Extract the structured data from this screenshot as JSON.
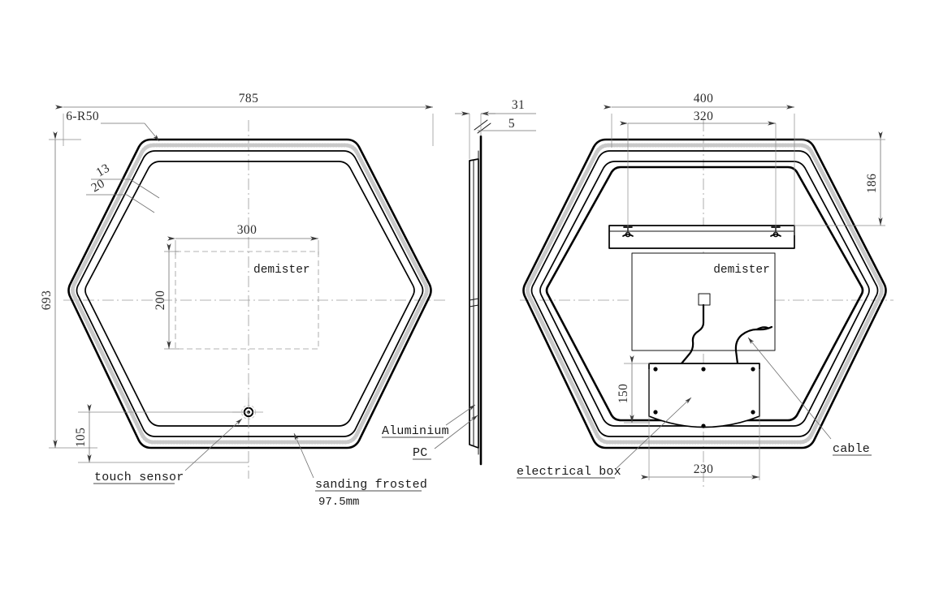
{
  "document": {
    "type": "engineering-drawing",
    "subject": "Hexagonal LED bathroom mirror",
    "background_color": "#ffffff",
    "line_color": "#000000",
    "dimension_color": "#6f6f6f"
  },
  "views": {
    "front": {
      "name": "front-view",
      "dimensions": {
        "overall_width": "785",
        "overall_height": "693",
        "corner_radius": "6-R50",
        "frame_inner": "13",
        "frame_outer": "20",
        "sensor_height": "105",
        "demister_width": "300",
        "demister_height": "200"
      },
      "labels": {
        "demister": "demister",
        "touch_sensor": "touch sensor",
        "sanding_frosted": "sanding frosted",
        "sanding_frosted_size": "97.5mm"
      }
    },
    "side": {
      "name": "side-view",
      "dimensions": {
        "total_thickness": "31",
        "glass_thickness": "5"
      },
      "labels": {
        "aluminium": "Aluminium",
        "pc": "PC"
      }
    },
    "rear": {
      "name": "rear-view",
      "dimensions": {
        "bracket_outer": "400",
        "bracket_inner": "320",
        "bracket_drop": "186",
        "box_height": "150",
        "box_width": "230"
      },
      "labels": {
        "demister": "demister",
        "electrical_box": "electrical box",
        "cable": "cable"
      }
    }
  },
  "annotations": [
    {
      "id": "a1",
      "text": "785",
      "kind": "dimension"
    },
    {
      "id": "a2",
      "text": "6-R50",
      "kind": "radius-callout"
    },
    {
      "id": "a3",
      "text": "13",
      "kind": "dimension"
    },
    {
      "id": "a4",
      "text": "20",
      "kind": "dimension"
    },
    {
      "id": "a5",
      "text": "693",
      "kind": "dimension"
    },
    {
      "id": "a6",
      "text": "300",
      "kind": "dimension"
    },
    {
      "id": "a7",
      "text": "200",
      "kind": "dimension"
    },
    {
      "id": "a8",
      "text": "105",
      "kind": "dimension"
    },
    {
      "id": "a9",
      "text": "demister",
      "kind": "part-label"
    },
    {
      "id": "a10",
      "text": "touch sensor",
      "kind": "part-label"
    },
    {
      "id": "a11",
      "text": "sanding frosted",
      "kind": "part-label"
    },
    {
      "id": "a12",
      "text": "97.5mm",
      "kind": "note"
    },
    {
      "id": "a13",
      "text": "31",
      "kind": "dimension"
    },
    {
      "id": "a14",
      "text": "5",
      "kind": "dimension"
    },
    {
      "id": "a15",
      "text": "Aluminium",
      "kind": "material-label"
    },
    {
      "id": "a16",
      "text": "PC",
      "kind": "material-label"
    },
    {
      "id": "a17",
      "text": "400",
      "kind": "dimension"
    },
    {
      "id": "a18",
      "text": "320",
      "kind": "dimension"
    },
    {
      "id": "a19",
      "text": "186",
      "kind": "dimension"
    },
    {
      "id": "a20",
      "text": "150",
      "kind": "dimension"
    },
    {
      "id": "a21",
      "text": "230",
      "kind": "dimension"
    },
    {
      "id": "a22",
      "text": "electrical box",
      "kind": "part-label"
    },
    {
      "id": "a23",
      "text": "cable",
      "kind": "part-label"
    }
  ]
}
